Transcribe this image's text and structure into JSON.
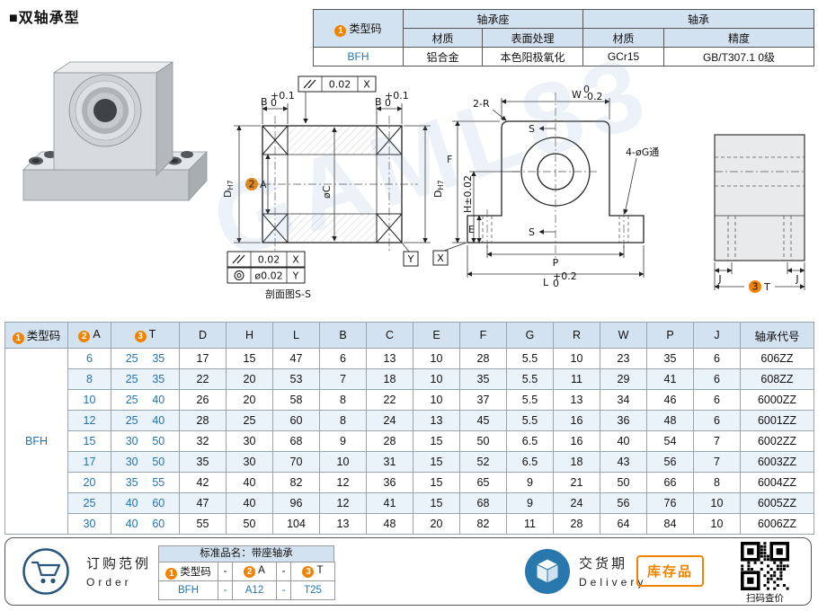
{
  "badges": {
    "b1": "1",
    "b2": "2",
    "b3": "3"
  },
  "header": {
    "bullet": "■",
    "title": "双轴承型"
  },
  "watermark": "GAML83",
  "spec_table": {
    "type_code_label": "类型码",
    "bearing_seat": "轴承座",
    "bearing": "轴承",
    "material_1": "材质",
    "surface": "表面处理",
    "material_2": "材质",
    "precision": "精度",
    "row": {
      "type_code": "BFH",
      "seat_material": "铝合金",
      "seat_surface": "本色阳极氧化",
      "bearing_material": "GCr15",
      "bearing_precision": "GB/T307.1 0级"
    }
  },
  "drawing": {
    "tol1_val": "0.02",
    "tol1_datum": "X",
    "tol2_val": "0.02",
    "tol2_datum": "X",
    "tol3_val": "ø0.02",
    "tol3_datum": "Y",
    "caption": "剖面图S-S",
    "b": "B",
    "b_up": "+0.1",
    "b_dn": "0",
    "d": "D",
    "d_sub": "H7",
    "a": "A",
    "c": "øC",
    "datum_y": "Y",
    "datum_x": "X",
    "r": "2-R",
    "w": "W",
    "w_up": "0",
    "w_dn": "-0.2",
    "s": "S",
    "g": "4-øG通",
    "f": "F",
    "h": "H±0.02",
    "e": "E",
    "p": "P",
    "l": "L",
    "l_up": "+0.2",
    "l_dn": "0",
    "j": "J",
    "t": "T"
  },
  "main_table": {
    "headers": {
      "type": "类型码",
      "a": "A",
      "t": "T",
      "cols": [
        "D",
        "H",
        "L",
        "B",
        "C",
        "E",
        "F",
        "G",
        "R",
        "W",
        "P",
        "J"
      ],
      "code": "轴承代号"
    },
    "type_code": "BFH",
    "rows": [
      {
        "a": "6",
        "t1": "25",
        "t2": "35",
        "vals": [
          "17",
          "15",
          "47",
          "6",
          "13",
          "10",
          "28",
          "5.5",
          "10",
          "23",
          "35",
          "6"
        ],
        "code": "606ZZ"
      },
      {
        "a": "8",
        "t1": "25",
        "t2": "35",
        "vals": [
          "22",
          "20",
          "53",
          "7",
          "18",
          "10",
          "35",
          "5.5",
          "11",
          "29",
          "41",
          "6"
        ],
        "code": "608ZZ"
      },
      {
        "a": "10",
        "t1": "25",
        "t2": "40",
        "vals": [
          "26",
          "20",
          "58",
          "8",
          "22",
          "10",
          "37",
          "5.5",
          "13",
          "34",
          "46",
          "6"
        ],
        "code": "6000ZZ"
      },
      {
        "a": "12",
        "t1": "25",
        "t2": "40",
        "vals": [
          "28",
          "25",
          "60",
          "8",
          "24",
          "13",
          "45",
          "5.5",
          "16",
          "36",
          "48",
          "6"
        ],
        "code": "6001ZZ"
      },
      {
        "a": "15",
        "t1": "30",
        "t2": "50",
        "vals": [
          "32",
          "30",
          "68",
          "9",
          "28",
          "15",
          "50",
          "6.5",
          "16",
          "40",
          "54",
          "7"
        ],
        "code": "6002ZZ"
      },
      {
        "a": "17",
        "t1": "30",
        "t2": "50",
        "vals": [
          "35",
          "30",
          "70",
          "10",
          "31",
          "15",
          "52",
          "6.5",
          "18",
          "43",
          "56",
          "7"
        ],
        "code": "6003ZZ"
      },
      {
        "a": "20",
        "t1": "35",
        "t2": "55",
        "vals": [
          "42",
          "40",
          "82",
          "12",
          "36",
          "15",
          "65",
          "9",
          "21",
          "50",
          "66",
          "8"
        ],
        "code": "6004ZZ"
      },
      {
        "a": "25",
        "t1": "40",
        "t2": "60",
        "vals": [
          "47",
          "40",
          "96",
          "12",
          "41",
          "15",
          "68",
          "9",
          "24",
          "56",
          "76",
          "10"
        ],
        "code": "6005ZZ"
      },
      {
        "a": "30",
        "t1": "40",
        "t2": "60",
        "vals": [
          "55",
          "50",
          "104",
          "13",
          "48",
          "20",
          "82",
          "11",
          "28",
          "64",
          "84",
          "10"
        ],
        "code": "6006ZZ"
      }
    ]
  },
  "order": {
    "title_cn": "订购范例",
    "title_en": "Order",
    "product_name": "标准品名：带座轴承",
    "col_type": "类型码",
    "col_a": "A",
    "col_t": "T",
    "sep": "-",
    "val_type": "BFH",
    "val_a": "A12",
    "val_t": "T25"
  },
  "delivery": {
    "title_cn": "交货期",
    "title_en": "Delivery",
    "stock": "库存品",
    "qr_caption": "扫码查价"
  }
}
